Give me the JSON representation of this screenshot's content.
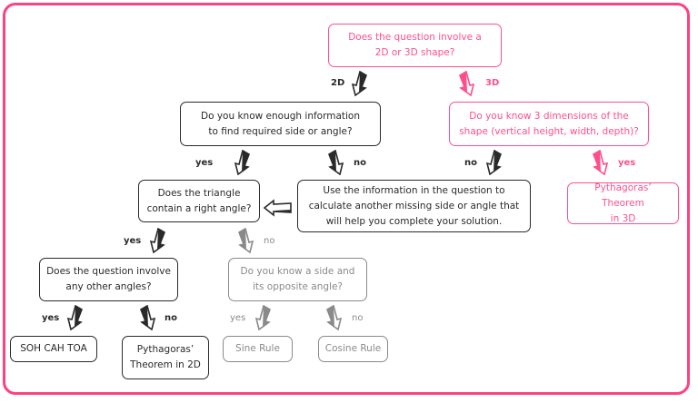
{
  "colors": {
    "frame": "#ff4081",
    "pink": "#ff4f8b",
    "black": "#2a2a2a",
    "grey": "#8a8a8a"
  },
  "nodes": {
    "root": "Does the question involve a\n2D or 3D shape?",
    "know_enough": "Do you know enough information\nto find required side or angle?",
    "know_3_dims": "Do you know 3 dimensions of the\nshape (vertical height, width, depth)?",
    "right_angle": "Does the triangle\ncontain a right angle?",
    "use_info": "Use the information in the question to\ncalculate another missing side or angle that\nwill help you complete your solution.",
    "pythagoras_3d": "Pythagoras’ Theorem\nin 3D",
    "other_angles": "Does the question involve\nany other angles?",
    "side_opposite": "Do you know a side and\nits opposite angle?",
    "soh_cah_toa": "SOH CAH TOA",
    "pythagoras_2d": "Pythagoras’\nTheorem in 2D",
    "sine_rule": "Sine Rule",
    "cosine_rule": "Cosine Rule"
  },
  "labels": {
    "root_2d": "2D",
    "root_3d": "3D",
    "know_enough_yes": "yes",
    "know_enough_no": "no",
    "dims_no": "no",
    "dims_yes": "yes",
    "right_yes": "yes",
    "right_no": "no",
    "other_yes": "yes",
    "other_no": "no",
    "side_yes": "yes",
    "side_no": "no"
  }
}
